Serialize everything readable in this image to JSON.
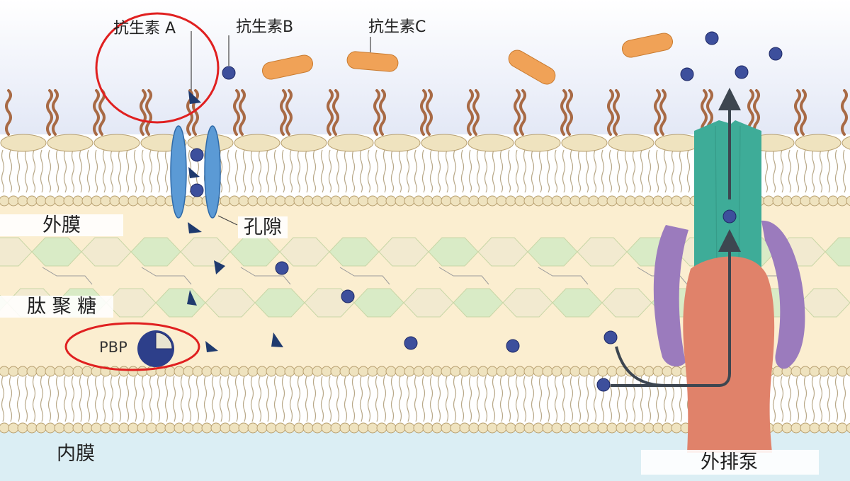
{
  "labels": {
    "antibiotic_a": "抗生素 A",
    "antibiotic_b": "抗生素B",
    "antibiotic_c": "抗生素C",
    "outer_membrane": "外膜",
    "porin": "孔隙",
    "peptidoglycan": "肽 聚 糖",
    "pbp": "PBP",
    "inner_membrane": "内膜",
    "efflux_pump": "外排泵"
  },
  "colors": {
    "lipid_head": "#efe3bf",
    "lipid_stroke": "#b8a070",
    "tail": "#b8a888",
    "lps": "#a86a45",
    "periplasm": "#fbeed0",
    "hex_green": "#d9ebc6",
    "hex_cream": "#f2ead0",
    "porin": "#5b9ad5",
    "antibiotic_a": "#1f3a6e",
    "antibiotic_b": "#3d4f9c",
    "antibiotic_c": "#f0a257",
    "pump_top": "#3eac98",
    "pump_side": "#9b7bbd",
    "pump_bottom": "#e0826a",
    "arrow": "#3d4650",
    "highlight": "#e02020",
    "sky": "#eef1fa",
    "cytoplasm": "#dbeef4"
  }
}
